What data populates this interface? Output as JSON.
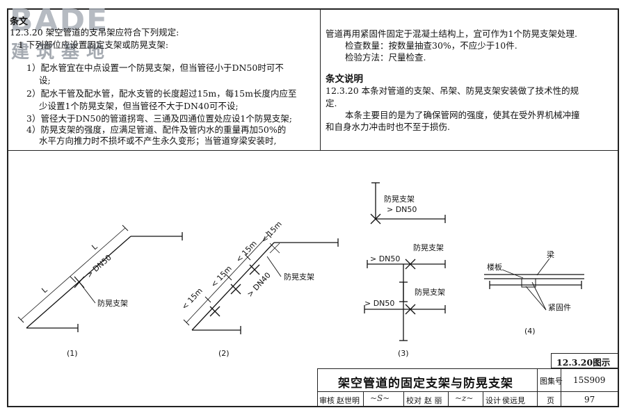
{
  "logo": {
    "main": "BADE",
    "sub": "建筑基地"
  },
  "section_heading": "条文",
  "left_text": {
    "intro": "12.3.20 架空管道的支吊架应符合下列规定:",
    "item1_lead": "1 下列部位应设置固定支架或防晃支架:",
    "lines": [
      "1）配水管宜在中点设置一个防晃支架，但当管径小于DN50时可不",
      "设;",
      "2）配水干管及配水管，配水支管的长度超过15m，每15m长度内应至",
      "少设置1个防晃支架，但当管径不大于DN40可不设;",
      "3）管径大于DN50的管道拐弯、三通及四通位置处应设1个防晃支架;",
      "4）防晃支架的强度，应满足管道、配件及管内水的重量再加50%的",
      "水平方向推力时不损坏或不产生永久变形；当管道穿梁安装时,"
    ]
  },
  "right_text": {
    "lines": [
      "管道再用紧固件固定于混凝土结构上，宜可作为1个防晃支架处理.",
      "检查数量：按数量抽查30%，不应少于10件.",
      "检验方法：尺量检查."
    ],
    "explain_heading": "条文说明",
    "explain_lines": [
      "12.3.20 本条对管道的支架、吊架、防晃支架安装做了技术性的规",
      "定.",
      "本条主要目的是为了确保管网的强度，使其在受外界机械冲撞",
      "和自身水力冲击时也不至于损伤."
    ]
  },
  "diagram": {
    "labels": {
      "L": "L",
      "gt_dn50": "> DN50",
      "gt_dn40": "> DN40",
      "lt_15m": "< 15m",
      "fanghuang": "防晃支架",
      "louban": "楼板",
      "liang": "梁",
      "jingu": "紧固件"
    },
    "captions": [
      "(1)",
      "(2)",
      "(3)",
      "(4)"
    ],
    "figure_ref": "12.3.20图示"
  },
  "title_block": {
    "title": "架空管道的固定支架与防晃支架",
    "atlas_label": "图集号",
    "atlas_no": "15S909",
    "review_label": "审核",
    "review_name": "赵世明",
    "check_label": "校对",
    "check_name": "赵 丽",
    "design_label": "设计",
    "design_name": "侯远見",
    "page_label": "页",
    "page_no": "97"
  }
}
